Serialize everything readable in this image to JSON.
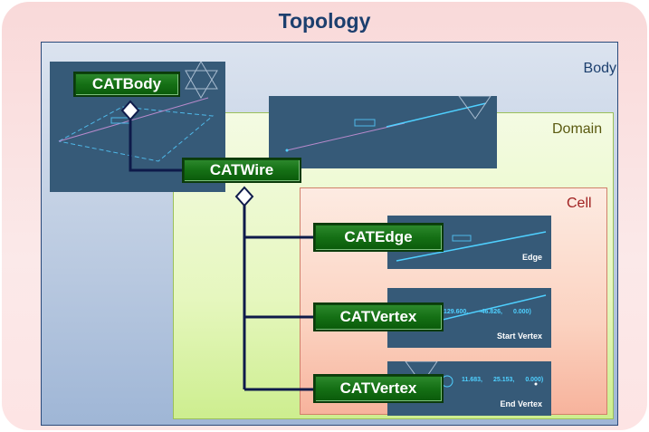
{
  "title": "Topology",
  "regions": {
    "body": "Body",
    "domain": "Domain",
    "cell": "Cell"
  },
  "nodes": {
    "catbody": "CATBody",
    "catwire": "CATWire",
    "catedge": "CATEdge",
    "catvertex_start": "CATVertex",
    "catvertex_end": "CATVertex"
  },
  "captions": {
    "edge": "Edge",
    "start_vertex": "Start Vertex",
    "end_vertex": "End Vertex"
  },
  "start_coords": [
    "129.600,",
    "-46.826,",
    "0.000)"
  ],
  "start_paren": "(",
  "end_coords": [
    "11.683,",
    "25.153,",
    "0.000)"
  ],
  "colors": {
    "node_green": "#157015",
    "connector": "#0e1a4a",
    "screenshot_bg": "#365a78"
  }
}
